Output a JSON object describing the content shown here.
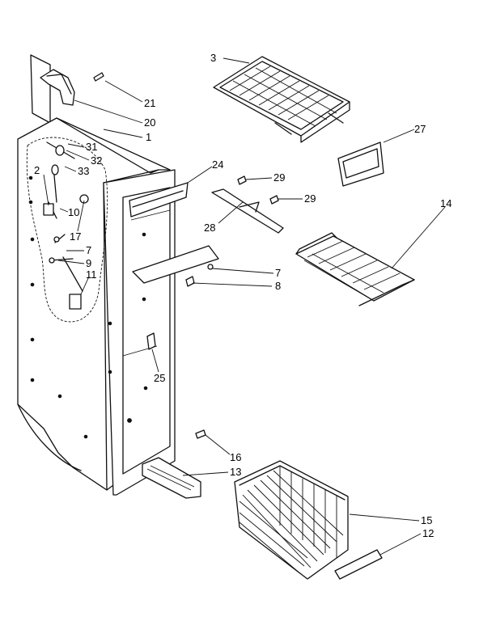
{
  "callouts": [
    {
      "id": "c21",
      "text": "21"
    },
    {
      "id": "c20",
      "text": "20"
    },
    {
      "id": "c1",
      "text": "1"
    },
    {
      "id": "c31",
      "text": "31"
    },
    {
      "id": "c32",
      "text": "32"
    },
    {
      "id": "c33",
      "text": "33"
    },
    {
      "id": "c2",
      "text": "2"
    },
    {
      "id": "c10",
      "text": "10"
    },
    {
      "id": "c17",
      "text": "17"
    },
    {
      "id": "c7a",
      "text": "7"
    },
    {
      "id": "c9",
      "text": "9"
    },
    {
      "id": "c11",
      "text": "11"
    },
    {
      "id": "c3",
      "text": "3"
    },
    {
      "id": "c27",
      "text": "27"
    },
    {
      "id": "c24",
      "text": "24"
    },
    {
      "id": "c29a",
      "text": "29"
    },
    {
      "id": "c29b",
      "text": "29"
    },
    {
      "id": "c28",
      "text": "28"
    },
    {
      "id": "c14",
      "text": "14"
    },
    {
      "id": "c7b",
      "text": "7"
    },
    {
      "id": "c8",
      "text": "8"
    },
    {
      "id": "c25",
      "text": "25"
    },
    {
      "id": "c16",
      "text": "16"
    },
    {
      "id": "c13",
      "text": "13"
    },
    {
      "id": "c15",
      "text": "15"
    },
    {
      "id": "c12",
      "text": "12"
    }
  ]
}
